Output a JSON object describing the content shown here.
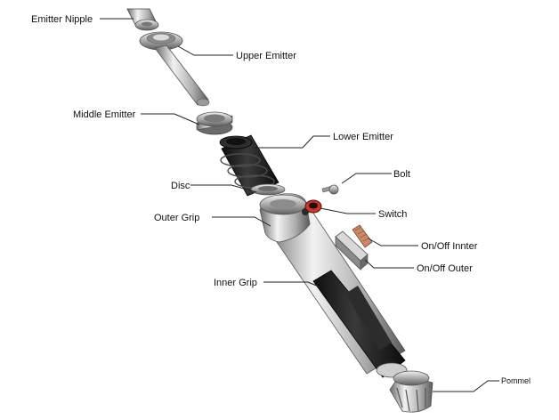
{
  "labels": {
    "emitter_nipple": "Emitter Nipple",
    "upper_emitter": "Upper Emitter",
    "middle_emitter": "Middle Emitter",
    "lower_emitter": "Lower Emitter",
    "bolt": "Bolt",
    "disc": "Disc",
    "switch": "Switch",
    "outer_grip": "Outer Grip",
    "onoff_inner": "On/Off Innter",
    "onoff_outer": "On/Off Outer",
    "inner_grip": "Inner Grip",
    "pommel": "Pommel"
  },
  "colors": {
    "metal_light": "#e6e6e6",
    "metal_mid": "#a8a8a8",
    "metal_dark": "#5c5c5c",
    "rubber": "#1c1c1c",
    "switch_red": "#b5322a",
    "copper": "#c98a6a"
  }
}
